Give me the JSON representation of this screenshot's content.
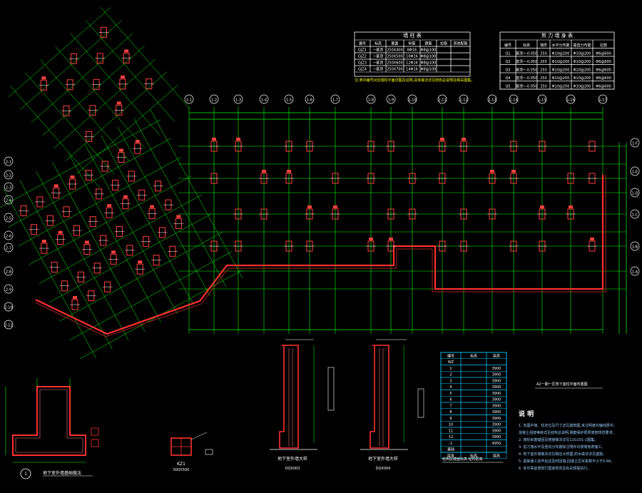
{
  "drawing": {
    "plan_title": "A2一期一区地下室柱平面布置图",
    "footer_note": "注:表中编号对应墙柱平面详图及说明,具体做法详见结构总说明及相关图集。"
  },
  "tables": {
    "left": {
      "title": "墙 柱 表",
      "headers": [
        "编号",
        "标高",
        "截面",
        "纵筋",
        "箍筋",
        "拉筋",
        "其他配筋"
      ],
      "rows": [
        [
          "GJZ1",
          "~基顶",
          "250X400",
          "8Φ16",
          "Φ8@100",
          "",
          ""
        ],
        [
          "GJZ2",
          "~基顶",
          "250X500",
          "10Φ16",
          "Φ8@100",
          "",
          ""
        ],
        [
          "GJZ3",
          "~基顶",
          "250X600",
          "12Φ16",
          "Φ8@100",
          "",
          ""
        ],
        [
          "GJZ4",
          "~基顶",
          "250X700",
          "14Φ16",
          "Φ8@100",
          "",
          ""
        ]
      ]
    },
    "right": {
      "title": "剪 力 墙 身 表",
      "headers": [
        "编号",
        "标高",
        "墙厚",
        "水平分布筋",
        "垂直分布筋",
        "拉筋"
      ],
      "rows": [
        [
          "Q1",
          "基顶~-0.050",
          "250",
          "Φ10@200",
          "Φ10@200",
          "Φ6@600"
        ],
        [
          "Q2",
          "基顶~-0.050",
          "250",
          "Φ10@200",
          "Φ10@200",
          "Φ6@600"
        ],
        [
          "Q3",
          "基顶~-0.050",
          "250",
          "Φ10@200",
          "Φ10@200",
          "Φ6@600"
        ],
        [
          "Q4",
          "基顶~-0.050",
          "250",
          "Φ10@200",
          "Φ10@200",
          "Φ6@600"
        ],
        [
          "Q5",
          "基顶~-0.050",
          "250",
          "Φ10@200",
          "Φ10@200",
          "Φ6@600"
        ]
      ]
    },
    "schedule": {
      "headers": [
        "编号",
        "标高",
        "层高"
      ],
      "rows": [
        [
          "WZ",
          "",
          ""
        ],
        [
          "1",
          "",
          "3900"
        ],
        [
          "2",
          "",
          "3900"
        ],
        [
          "3",
          "",
          "3900"
        ],
        [
          "4",
          "",
          "3900"
        ],
        [
          "5",
          "",
          "3900"
        ],
        [
          "6",
          "",
          "3900"
        ],
        [
          "7",
          "",
          "3900"
        ],
        [
          "8",
          "",
          "3900"
        ],
        [
          "9",
          "",
          "3900"
        ],
        [
          "10",
          "",
          "3900"
        ],
        [
          "11",
          "",
          "3900"
        ],
        [
          "12",
          "",
          "3900"
        ],
        [
          "-1",
          "",
          "4950"
        ],
        [
          "基础",
          "",
          ""
        ],
        [
          "层号",
          "标高",
          "层高"
        ]
      ],
      "caption": "结构层楼面标高 结构层高"
    }
  },
  "axes": {
    "top": [
      "1-1",
      "1-2",
      "1-3",
      "1-4",
      "1-5",
      "1-6",
      "1-7",
      "1-8",
      "1-9",
      "1-10",
      "1-11",
      "1-12",
      "1-13",
      "1-14",
      "1-15",
      "1-16",
      "1-17"
    ],
    "right": [
      "1-F",
      "1-E",
      "1-D",
      "1-C",
      "1-B",
      "1-A"
    ],
    "left": [
      "2-1",
      "2-2",
      "2-3",
      "2-4",
      "2-5",
      "2-6",
      "2-7",
      "2-8",
      "2-9",
      "2-10",
      "2-11"
    ]
  },
  "details": {
    "detail1": {
      "number": "1",
      "caption": "地下室外墙基础做法"
    },
    "kz1": {
      "label": "KZ1",
      "sub": "500X500"
    },
    "sec_left": {
      "caption": "地下室外墙大样",
      "code": "DQX003"
    },
    "sec_right": {
      "caption": "地下室外墙大样",
      "code": "DQX004"
    }
  },
  "notes": {
    "title": "说 明",
    "lines": [
      "1. 本图中墙、柱定位及尺寸详见建筑图,未注明者均轴线居中。",
      "   混凝土强度等级详见结构总说明,钢筋保护层厚度按规范要求。",
      "2. 墙柱纵筋锚固及搭接做法详见11G101-1图集。",
      "3. 剪力墙水平及竖向分布筋除注明外均按墙身表施工。",
      "4. 地下室外墙做法详见相应大样图,防水做法详见建施。",
      "5. 基础施工完毕后应及时回填,回填土压实系数不小于0.94。",
      "6. 未尽事宜按现行国家规范及有关规程执行。"
    ]
  },
  "colors": {
    "grid": "#00ff00",
    "wall": "#ff3030",
    "column": "#ff4040",
    "table_line": "#ffffff",
    "note": "#99ccff"
  }
}
